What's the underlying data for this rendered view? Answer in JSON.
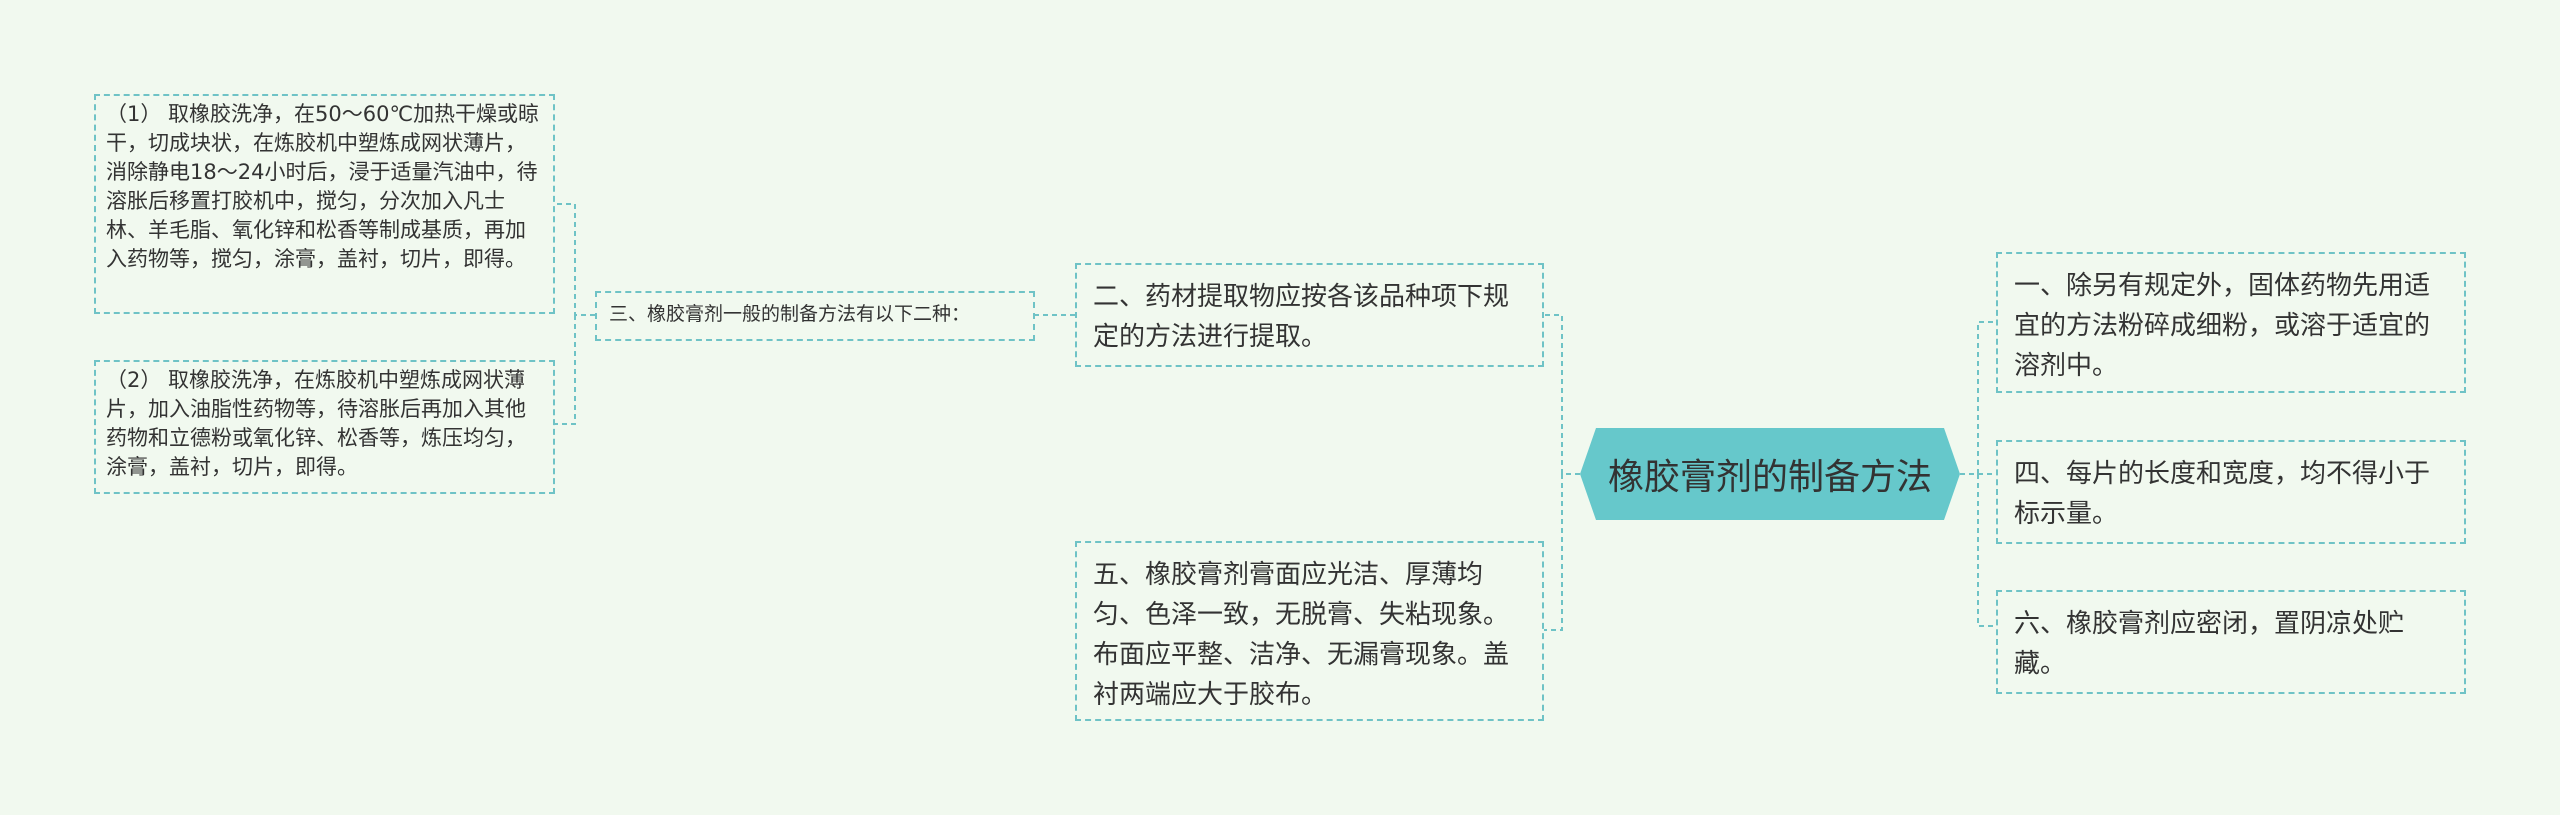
{
  "root": {
    "label": "橡胶膏剂的制备方法"
  },
  "right_branches": [
    {
      "label": "一、除另有规定外，固体药物先用适宜的方法粉碎成细粉，或溶于适宜的溶剂中。"
    },
    {
      "label": "四、每片的长度和宽度，均不得小于标示量。"
    },
    {
      "label": "六、橡胶膏剂应密闭，置阴凉处贮藏。"
    }
  ],
  "left_branches": [
    {
      "label": "二、药材提取物应按各该品种项下规定的方法进行提取。"
    },
    {
      "label": "五、橡胶膏剂膏面应光洁、厚薄均匀、色泽一致，无脱膏、失粘现象。布面应平整、洁净、无漏膏现象。盖衬两端应大于胶布。"
    },
    {
      "label": "三、橡胶膏剂一般的制备方法有以下二种："
    }
  ],
  "sub_branches": [
    {
      "label": "（1） 取橡胶洗净，在50～60℃加热干燥或晾干，切成块状，在炼胶机中塑炼成网状薄片，消除静电18～24小时后，浸于适量汽油中，待溶胀后移置打胶机中，搅匀，分次加入凡士林、羊毛脂、氧化锌和松香等制成基质，再加入药物等，搅匀，涂膏，盖衬，切片，即得。"
    },
    {
      "label": "（2） 取橡胶洗净，在炼胶机中塑炼成网状薄片，加入油脂性药物等，待溶胀后再加入其他药物和立德粉或氧化锌、松香等，炼压均匀，涂膏，盖衬，切片，即得。"
    }
  ],
  "colors": {
    "background": "#f1f9ef",
    "root_fill": "#66c8cb",
    "border": "#6fc3c6",
    "text": "#333333"
  }
}
